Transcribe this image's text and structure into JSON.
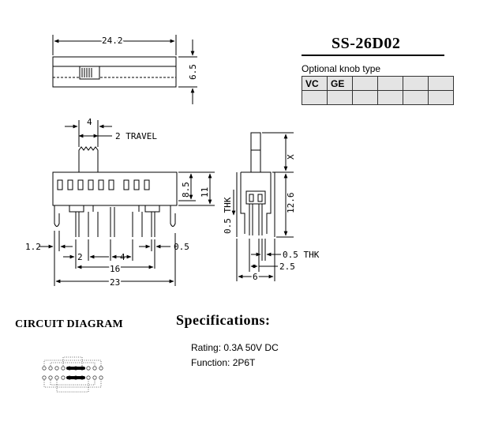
{
  "part_number": "SS-26D02",
  "knob": {
    "caption": "Optional knob type",
    "row1": [
      "VC",
      "GE",
      "",
      "",
      "",
      ""
    ],
    "row2": [
      "",
      "",
      "",
      "",
      "",
      ""
    ]
  },
  "dimensions": {
    "top_length": "24.2",
    "top_height": "6.5",
    "knob_width": "4",
    "travel": "2 TRAVEL",
    "height_8_5": "8.5",
    "height_11": "11",
    "pin_offset": "1.2",
    "pin_thk": "0.5",
    "pin_pitch_2": "2",
    "pin_pitch_4": "4",
    "row_span": "16",
    "overall_length": "23",
    "side_x": "X",
    "side_height": "12.6",
    "side_thk_left": "0.5 THK",
    "side_thk_right": "0.5 THK",
    "side_width": "6",
    "side_pin_gap": "2.5"
  },
  "circuit": {
    "title": "CIRCUIT DIAGRAM"
  },
  "specs": {
    "title": "Specifications:",
    "rating": "Rating: 0.3A 50V DC",
    "function": "Function: 2P6T"
  }
}
